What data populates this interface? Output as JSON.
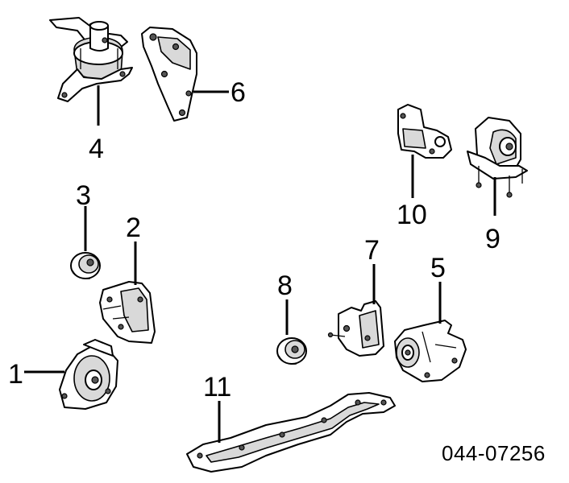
{
  "diagram": {
    "callouts": [
      {
        "id": "1",
        "label": "1"
      },
      {
        "id": "2",
        "label": "2"
      },
      {
        "id": "3",
        "label": "3"
      },
      {
        "id": "4",
        "label": "4"
      },
      {
        "id": "5",
        "label": "5"
      },
      {
        "id": "6",
        "label": "6"
      },
      {
        "id": "7",
        "label": "7"
      },
      {
        "id": "8",
        "label": "8"
      },
      {
        "id": "9",
        "label": "9"
      },
      {
        "id": "10",
        "label": "10"
      },
      {
        "id": "11",
        "label": "11"
      }
    ],
    "part_code": "044-07256"
  }
}
